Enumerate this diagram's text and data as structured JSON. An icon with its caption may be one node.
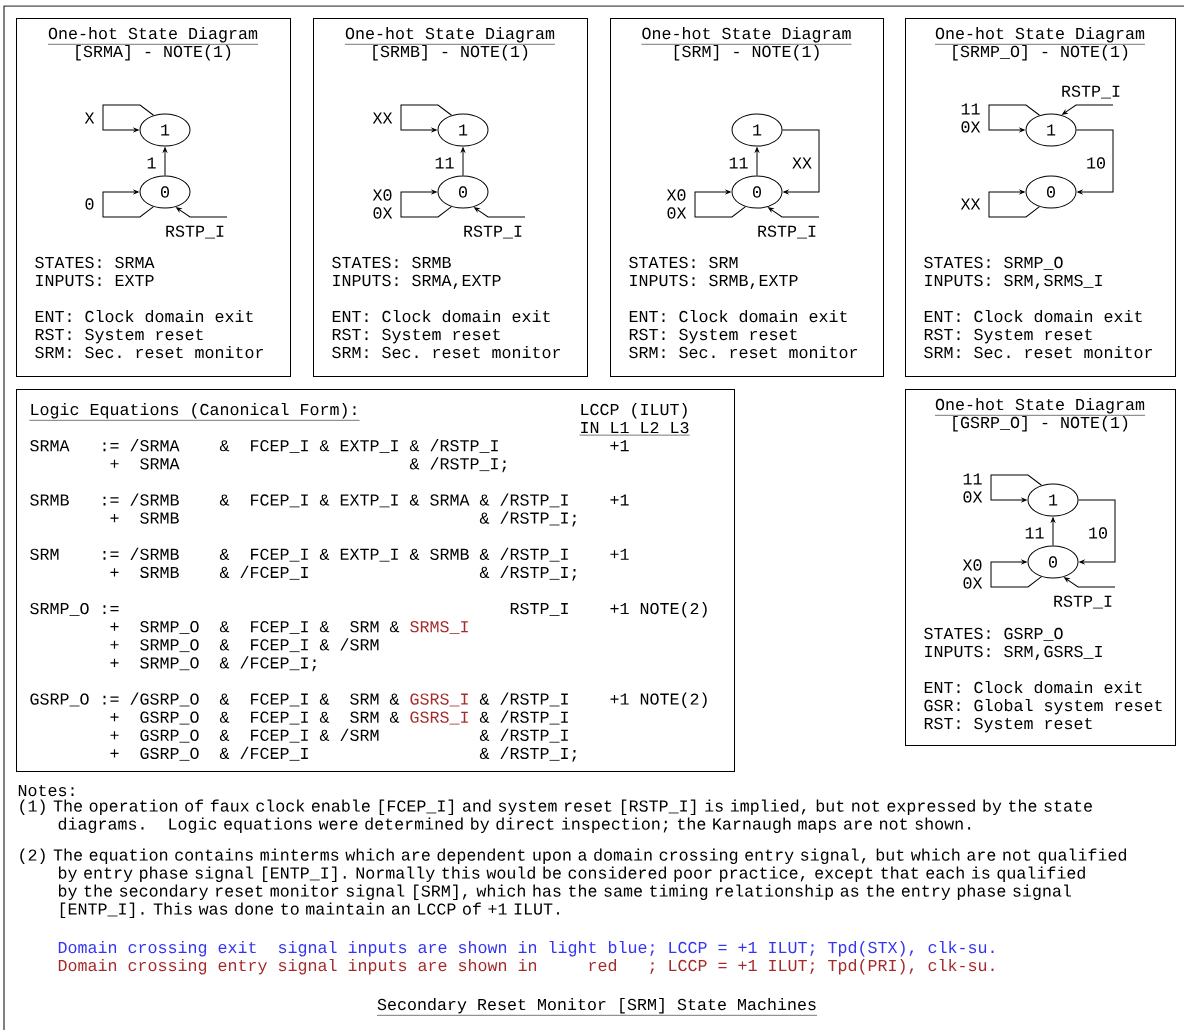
{
  "diagram": {
    "caption": "Secondary Reset Monitor [SRM] State Machines",
    "nodes": [
      {
        "text": [
          "One-hot State Diagram",
          "[SRMA] - NOTE(1)",
          "STATES: SRMA",
          "INPUTS: EXTP",
          "ENT: Clock domain exit",
          "RST: System reset",
          "SRM: Sec. reset monitor"
        ]
      },
      {
        "text": [
          "1"
        ],
        "in": 0
      },
      {
        "text": [
          "0"
        ],
        "in": 0
      },
      {
        "text": [
          "One-hot State Diagram",
          "[SRMB] - NOTE(1)",
          "STATES: SRMB",
          "INPUTS: SRMA,EXTP",
          "ENT: Clock domain exit",
          "RST: System reset",
          "SRM: Sec. reset monitor"
        ]
      },
      {
        "text": [
          "1"
        ],
        "in": 3
      },
      {
        "text": [
          "0"
        ],
        "in": 3
      },
      {
        "text": [
          "One-hot State Diagram",
          "[SRM] - NOTE(1)",
          "STATES: SRM",
          "INPUTS: SRMB,EXTP",
          "ENT: Clock domain exit",
          "RST: System reset",
          "SRM: Sec. reset monitor"
        ]
      },
      {
        "text": [
          "1"
        ],
        "in": 6
      },
      {
        "text": [
          "0"
        ],
        "in": 6
      },
      {
        "text": [
          "One-hot State Diagram",
          "[SRMP_O] - NOTE(1)",
          "STATES: SRMP_O",
          "INPUTS: SRM,SRMS_I",
          "ENT: Clock domain exit",
          "RST: System reset",
          "SRM: Sec. reset monitor"
        ]
      },
      {
        "text": [
          "1"
        ],
        "in": 9
      },
      {
        "text": [
          "0"
        ],
        "in": 9
      },
      {
        "text": [
          "Logic Equations (Canonical Form):",
          "LCCP (ILUT)",
          "IN L1 L2 L3",
          "SRMA",
          ":= /SRMA",
          "&",
          "FCEP_I & EXTP_I & /RSTP_I",
          "+1",
          "+",
          "SRMA",
          "& /RSTP_I;",
          "SRMB",
          ":= /SRMB",
          "&",
          "FCEP_I & EXTP_I & SRMA & /RSTP_I",
          "+1",
          "+",
          "SRMB",
          "& /RSTP_I;",
          "SRM",
          ":= /SRMB",
          "&",
          "FCEP_I & EXTP_I & SRMB & /RSTP_I",
          "+1",
          "+",
          "SRMB",
          "& /FCEP_I",
          "& /RSTP_I;",
          "SRMP_O :=",
          "RSTP_I",
          "+1 NOTE(2)",
          "+",
          "SRMP_O",
          "&",
          "FCEP_I &",
          "SRM &",
          "SRMS_I",
          "+",
          "SRMP_O",
          "&",
          "FCEP_I & /SRM",
          "+",
          "SRMP_O",
          "& /FCEP_I;",
          "GSRP_O := /GSRP_O",
          "&",
          "FCEP_I &",
          "SRM &",
          "GSRS_I",
          "& /RSTP_I",
          "+1 NOTE(2)",
          "+",
          "GSRP_O",
          "&",
          "FCEP_I &",
          "SRM &",
          "GSRS_I",
          "& /RSTP_I",
          "+",
          "GSRP_O",
          "&",
          "FCEP_I & /SRM",
          "& /RSTP_I",
          "+",
          "GSRP_O",
          "& /FCEP_I",
          "& /RSTP_I;"
        ]
      },
      {
        "text": [
          "One-hot State Diagram",
          "[GSRP_O] - NOTE(1)",
          "STATES: GSRP_O",
          "INPUTS: SRM,GSRS_I",
          "ENT: Clock domain exit",
          "GSR: Global system reset",
          "RST: System reset"
        ]
      },
      {
        "text": [
          "1"
        ],
        "in": 13
      },
      {
        "text": [
          "0"
        ],
        "in": 13
      }
    ],
    "edges": [
      {
        "from": 1,
        "to": 1,
        "arrow": "to",
        "label": "X"
      },
      {
        "from": 2,
        "to": 2,
        "arrow": "to",
        "label": "0"
      },
      {
        "from": 2,
        "to": 1,
        "arrow": "to",
        "label": "1"
      },
      {
        "from": null,
        "to": 2,
        "arrow": "to",
        "label": "RSTP_I"
      },
      {
        "from": 4,
        "to": 4,
        "arrow": "to",
        "label": "XX"
      },
      {
        "from": 5,
        "to": 5,
        "arrow": "to",
        "label": "X0 0X"
      },
      {
        "from": 5,
        "to": 4,
        "arrow": "to",
        "label": "11"
      },
      {
        "from": null,
        "to": 5,
        "arrow": "to",
        "label": "RSTP_I"
      },
      {
        "from": 8,
        "to": 7,
        "arrow": "to",
        "label": "11"
      },
      {
        "from": 7,
        "to": 8,
        "arrow": "to",
        "label": "XX"
      },
      {
        "from": 8,
        "to": 8,
        "arrow": "to",
        "label": "X0 0X"
      },
      {
        "from": null,
        "to": 8,
        "arrow": "to",
        "label": "RSTP_I"
      },
      {
        "from": null,
        "to": 10,
        "arrow": "to",
        "label": "RSTP_I"
      },
      {
        "from": 10,
        "to": 10,
        "arrow": "to",
        "label": "11 0X"
      },
      {
        "from": 10,
        "to": 11,
        "arrow": "to",
        "label": "10"
      },
      {
        "from": 11,
        "to": 11,
        "arrow": "to",
        "label": "XX"
      },
      {
        "from": 14,
        "to": 14,
        "arrow": "to",
        "label": "11 0X"
      },
      {
        "from": 15,
        "to": 14,
        "arrow": "to",
        "label": "11"
      },
      {
        "from": 14,
        "to": 15,
        "arrow": "to",
        "label": "10"
      },
      {
        "from": 15,
        "to": 15,
        "arrow": "to",
        "label": "X0 0X"
      },
      {
        "from": null,
        "to": 15,
        "arrow": "to",
        "label": "RSTP_I"
      }
    ],
    "labels": [
      "Notes:",
      "(1) The operation of faux clock enable [FCEP_I] and system reset [RSTP_I] is implied, but not expressed by the state diagrams. Logic equations were determined by direct inspection; the Karnaugh maps are not shown.",
      "(2) The equation contains minterms which are dependent upon a domain crossing entry signal, but which are not qualified by entry phase signal [ENTP_I]. Normally this would be considered poor practice, except that each is qualified by the secondary reset monitor signal [SRM], which has the same timing relationship as the entry phase signal [ENTP_I]. This was done to maintain an LCCP of +1 ILUT.",
      "Domain crossing exit",
      "signal inputs are shown in light blue; LCCP = +1 ILUT; Tpd(STX), clk-su.",
      "Domain crossing entry signal inputs are shown in",
      "red",
      "; LCCP = +1 ILUT; Tpd(PRI), clk-su."
    ]
  }
}
